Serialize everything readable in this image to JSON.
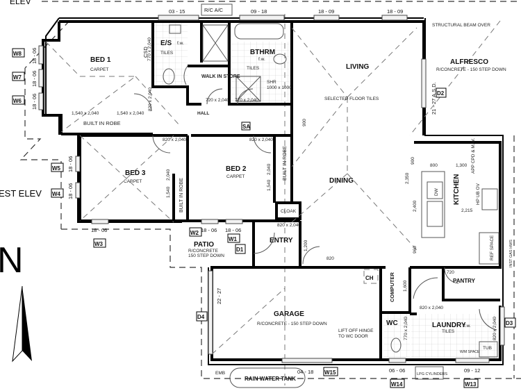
{
  "rooms": {
    "bed1": {
      "name": "BED 1",
      "finish": "CARPET"
    },
    "ensuite": {
      "name": "E/S",
      "finish": "TILES",
      "fw": "f.w.",
      "csd": "CSD",
      "csd_size": "770 x 2,040"
    },
    "bathroom": {
      "name": "BTHRM",
      "finish": "TILES",
      "fw": "f.w.",
      "shower": "SHR",
      "shower_size": "1000 x 1000"
    },
    "walk_in_store": {
      "name": "WALK IN STORE",
      "door": "720 x 2,040"
    },
    "hall": {
      "name": "HALL"
    },
    "living": {
      "name": "LIVING",
      "finish": "SELECTED FLOOR TILES"
    },
    "alfresco": {
      "name": "ALFRESCO",
      "finish": "R/CONCRETE - 150 STEP DOWN",
      "beam": "STRUCTURAL BEAM OVER"
    },
    "bed3": {
      "name": "BED 3",
      "finish": "CARPET"
    },
    "bed2": {
      "name": "BED 2",
      "finish": "CARPET"
    },
    "dining": {
      "name": "DINING"
    },
    "kitchen": {
      "name": "KITCHEN",
      "dw": "DW",
      "app": "APP CPD & M.W.",
      "hp": "HP UB OV",
      "ref": "REF SPACE"
    },
    "cloak": {
      "name": "CLOAK"
    },
    "entry": {
      "name": "ENTRY"
    },
    "patio": {
      "name": "PATIO",
      "finish1": "R/CONCRETE",
      "finish2": "150 STEP DOWN"
    },
    "garage": {
      "name": "GARAGE",
      "finish": "R/CONCRETE - 150 STEP DOWN",
      "note1": "LIFT OFF HINGE",
      "note2": "TO WC DOOR"
    },
    "computer": {
      "name": "COMPUTER"
    },
    "wc": {
      "name": "WC"
    },
    "laundry": {
      "name": "LAUNDRY",
      "finish": "TILES",
      "fw": "f.w.",
      "tub": "TUB",
      "wm": "W/M SPACE"
    },
    "pantry": {
      "name": "PANTRY",
      "dim": "720"
    },
    "built_in_robe": "BUILT IN ROBE"
  },
  "labels": {
    "rc_ac": "R/C A/C",
    "sa": "SA",
    "ch": "CH",
    "emb": "EMB",
    "rain_water_tank": "RAIN WATER TANK",
    "lpg": "LPG CYLINDERS",
    "inst_gas": "INST GAS HWS",
    "north": "N",
    "elev_top": "ELEV",
    "elev_west": "EST ELEV"
  },
  "windows": {
    "w1": "W1",
    "w2": "W2",
    "w3": "W3",
    "w4": "W4",
    "w5": "W5",
    "w6": "W6",
    "w7": "W7",
    "w8": "W8",
    "w13": "W13",
    "w14": "W14",
    "w15": "W15",
    "d1": "D1",
    "d2": "D2",
    "d3": "D3",
    "d4": "D4"
  },
  "dimensions": {
    "es_window": "03 - 15",
    "bath_window": "09 - 18",
    "living_w1": "18 - 09",
    "living_w2": "18 - 09",
    "bed_side": "18 - 06",
    "alfresco_door": "21 - 27  A.S.D.",
    "garage_door": "22 - 27",
    "garage_window": "04 - 18",
    "wc_window": "06 - 06",
    "laundry_window": "09 - 12",
    "robe_door": "1,540 x 2,040",
    "door_820": "820 x 2,040",
    "door_770": "770 x 2,040",
    "k_900a": "900",
    "k_800": "800",
    "k_1300": "1,300",
    "k_2350": "2,350",
    "k_2400": "2,400",
    "k_2215": "2,215",
    "k_960": "960",
    "k_1200": "1,200",
    "k_820": "820",
    "k_1600": "1,600",
    "hall_900": "900",
    "robe_1540": "1,540",
    "robe_2040": "2,040"
  }
}
